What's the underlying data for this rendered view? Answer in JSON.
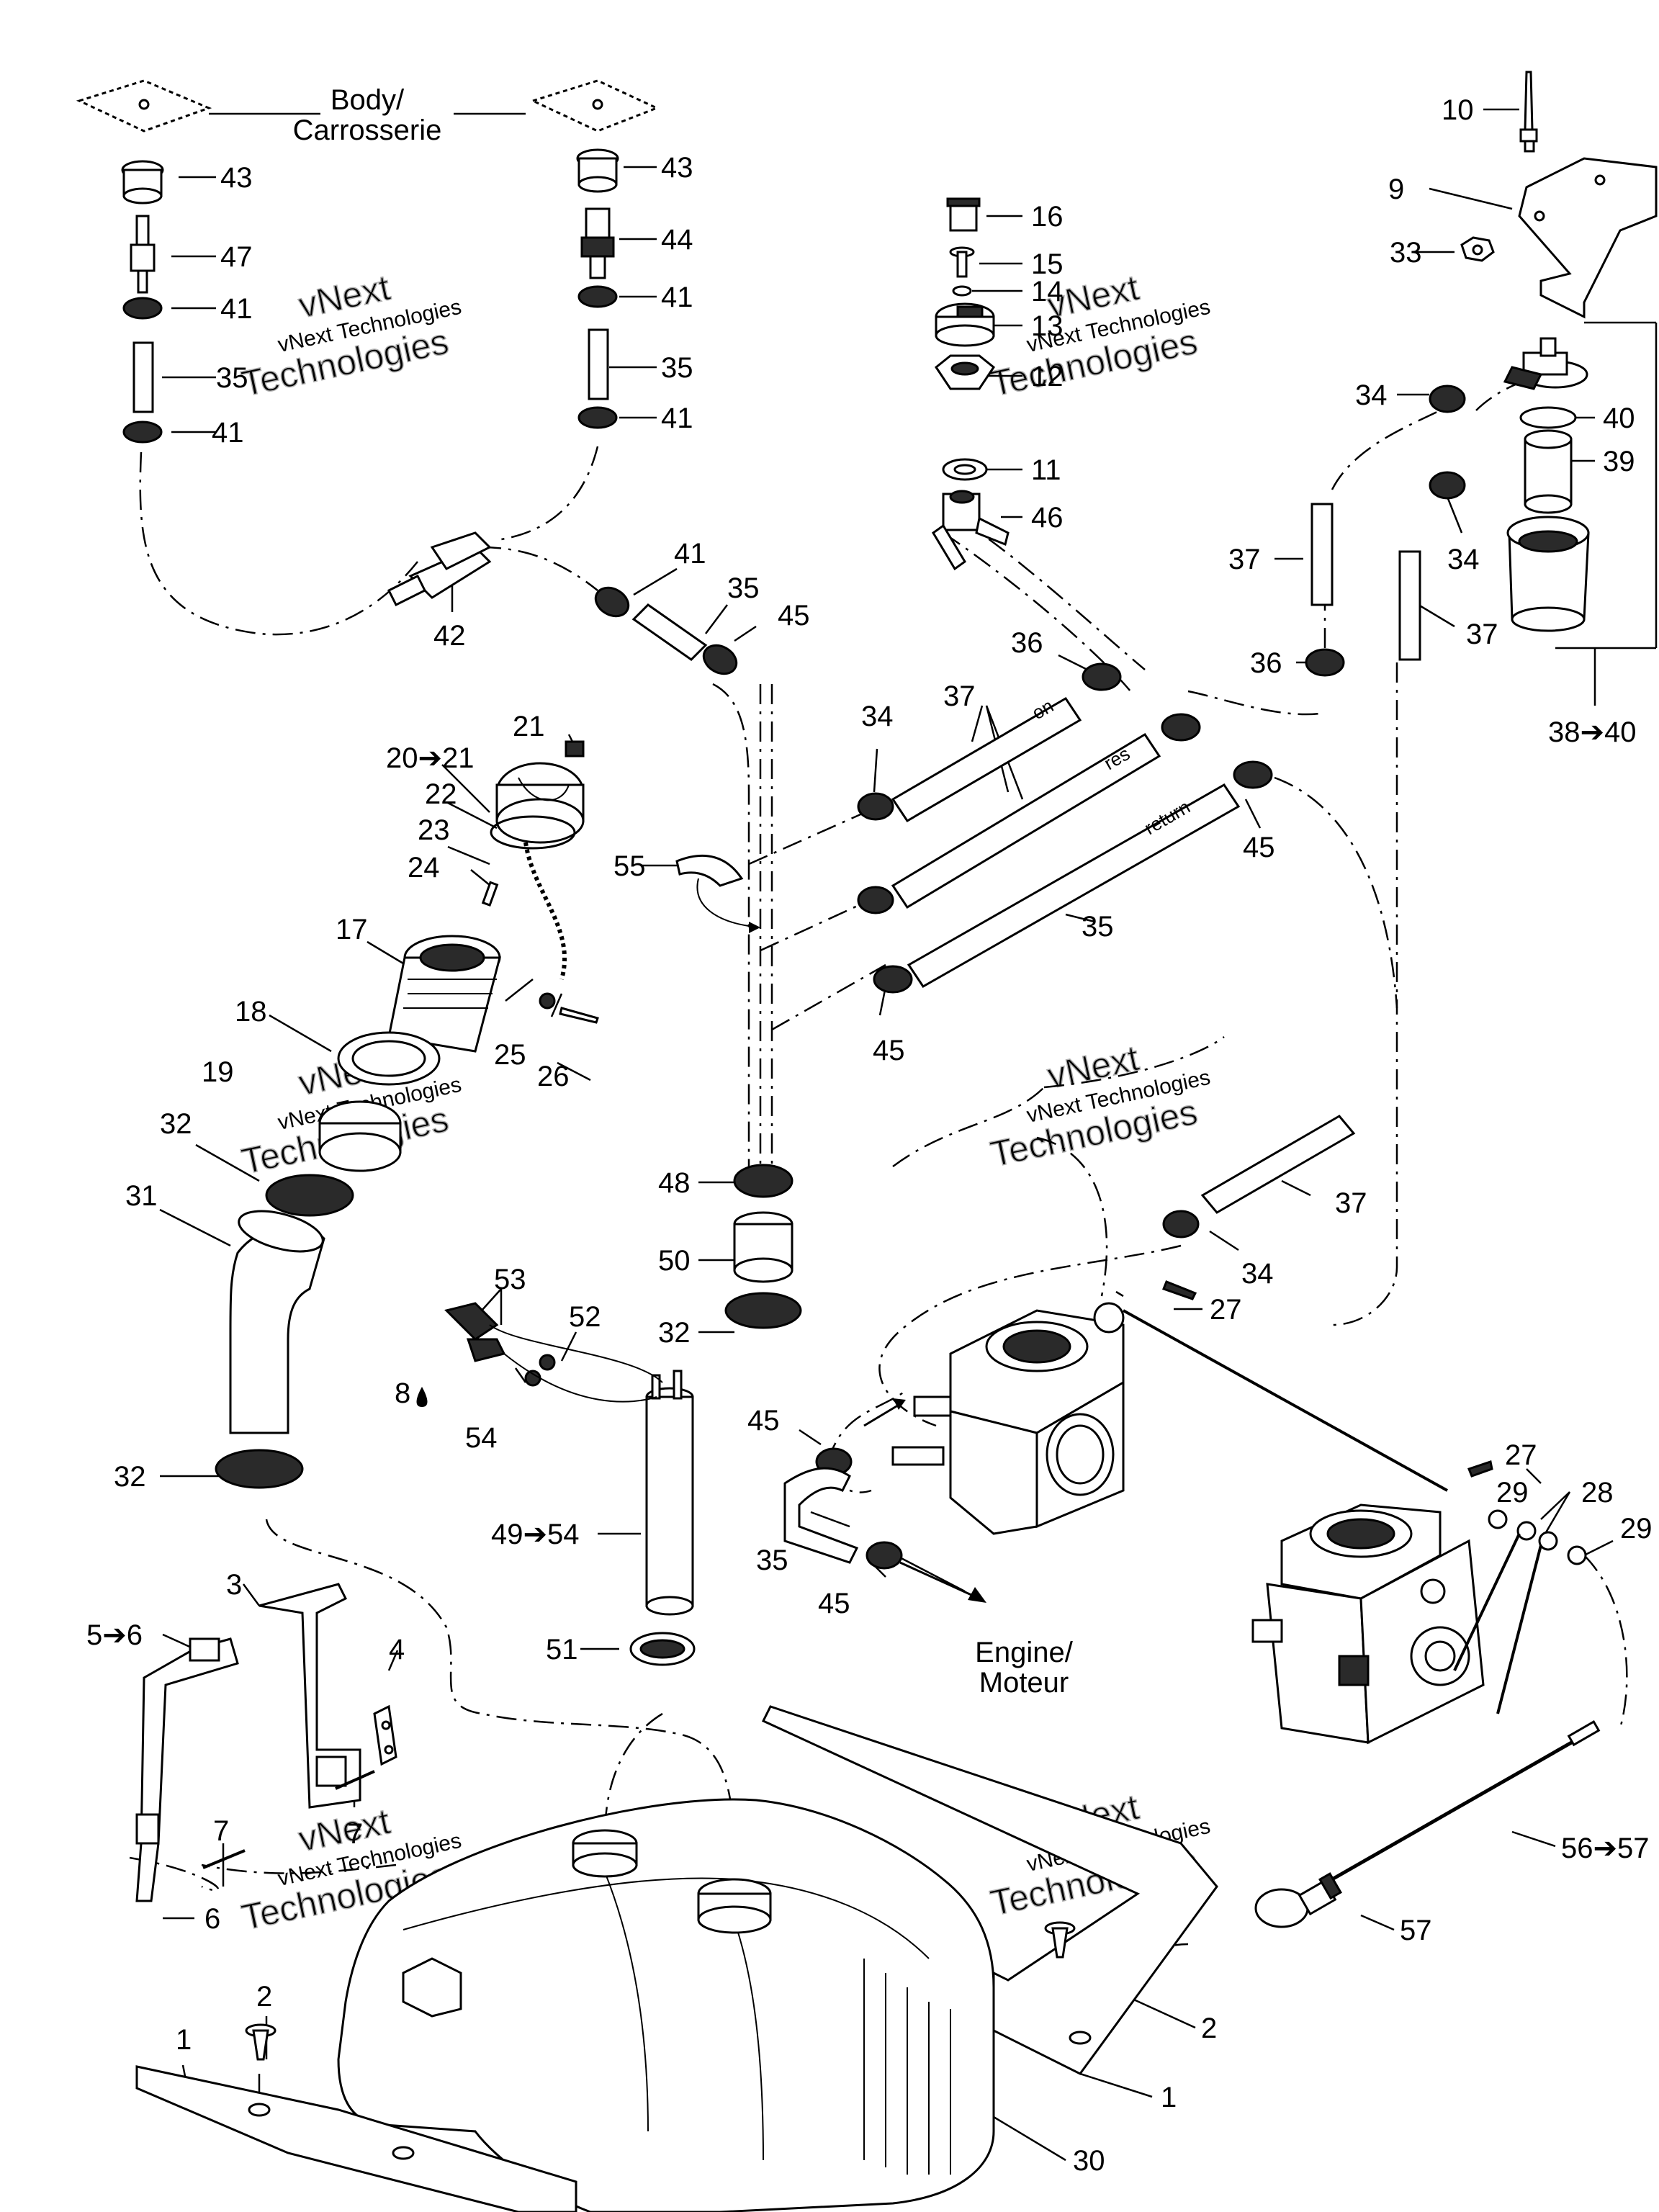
{
  "captions": {
    "body_line1": "Body/",
    "body_line2": "Carrosserie",
    "engine_line1": "Engine/",
    "engine_line2": "Moteur",
    "hose_on": "on",
    "hose_res": "res",
    "hose_return": "return"
  },
  "watermark": {
    "line1": "vNext",
    "line2": "vNext Technologies",
    "line3": "Technologies"
  },
  "callouts": [
    {
      "id": "c10",
      "text": "10"
    },
    {
      "id": "c9",
      "text": "9"
    },
    {
      "id": "c33",
      "text": "33"
    },
    {
      "id": "c43a",
      "text": "43"
    },
    {
      "id": "c47",
      "text": "47"
    },
    {
      "id": "c41a",
      "text": "41"
    },
    {
      "id": "c35a",
      "text": "35"
    },
    {
      "id": "c41b",
      "text": "41"
    },
    {
      "id": "c43b",
      "text": "43"
    },
    {
      "id": "c44",
      "text": "44"
    },
    {
      "id": "c41c",
      "text": "41"
    },
    {
      "id": "c35b",
      "text": "35"
    },
    {
      "id": "c41d",
      "text": "41"
    },
    {
      "id": "c16",
      "text": "16"
    },
    {
      "id": "c15",
      "text": "15"
    },
    {
      "id": "c14",
      "text": "14"
    },
    {
      "id": "c13",
      "text": "13"
    },
    {
      "id": "c12",
      "text": "12"
    },
    {
      "id": "c11",
      "text": "11"
    },
    {
      "id": "c46",
      "text": "46"
    },
    {
      "id": "c34a",
      "text": "34"
    },
    {
      "id": "c40",
      "text": "40"
    },
    {
      "id": "c39",
      "text": "39"
    },
    {
      "id": "c37a",
      "text": "37"
    },
    {
      "id": "c34b",
      "text": "34"
    },
    {
      "id": "c36a",
      "text": "36"
    },
    {
      "id": "c37b",
      "text": "37"
    },
    {
      "id": "c3840",
      "text": "38➔40"
    },
    {
      "id": "c42",
      "text": "42"
    },
    {
      "id": "c41e",
      "text": "41"
    },
    {
      "id": "c35c",
      "text": "35"
    },
    {
      "id": "c45a",
      "text": "45"
    },
    {
      "id": "c36b",
      "text": "36"
    },
    {
      "id": "c37c",
      "text": "37"
    },
    {
      "id": "c34c",
      "text": "34"
    },
    {
      "id": "c45b",
      "text": "45"
    },
    {
      "id": "c35d",
      "text": "35"
    },
    {
      "id": "c45c",
      "text": "45"
    },
    {
      "id": "c21",
      "text": "21"
    },
    {
      "id": "c2021",
      "text": "20➔21"
    },
    {
      "id": "c22",
      "text": "22"
    },
    {
      "id": "c23",
      "text": "23"
    },
    {
      "id": "c24",
      "text": "24"
    },
    {
      "id": "c55",
      "text": "55"
    },
    {
      "id": "c17",
      "text": "17"
    },
    {
      "id": "c18",
      "text": "18"
    },
    {
      "id": "c25",
      "text": "25"
    },
    {
      "id": "c26",
      "text": "26"
    },
    {
      "id": "c19",
      "text": "19"
    },
    {
      "id": "c32a",
      "text": "32"
    },
    {
      "id": "c31",
      "text": "31"
    },
    {
      "id": "c48",
      "text": "48"
    },
    {
      "id": "c37d",
      "text": "37"
    },
    {
      "id": "c50",
      "text": "50"
    },
    {
      "id": "c34d",
      "text": "34"
    },
    {
      "id": "c53",
      "text": "53"
    },
    {
      "id": "c52",
      "text": "52"
    },
    {
      "id": "c32b",
      "text": "32"
    },
    {
      "id": "c27a",
      "text": "27"
    },
    {
      "id": "c8",
      "text": "8"
    },
    {
      "id": "c54",
      "text": "54"
    },
    {
      "id": "c45d",
      "text": "45"
    },
    {
      "id": "c27b",
      "text": "27"
    },
    {
      "id": "c29a",
      "text": "29"
    },
    {
      "id": "c28",
      "text": "28"
    },
    {
      "id": "c29b",
      "text": "29"
    },
    {
      "id": "c32c",
      "text": "32"
    },
    {
      "id": "c4954",
      "text": "49➔54"
    },
    {
      "id": "c35e",
      "text": "35"
    },
    {
      "id": "c45e",
      "text": "45"
    },
    {
      "id": "c3",
      "text": "3"
    },
    {
      "id": "c56",
      "text": "5➔6"
    },
    {
      "id": "c4",
      "text": "4"
    },
    {
      "id": "c51",
      "text": "51"
    },
    {
      "id": "c7a",
      "text": "7"
    },
    {
      "id": "c7b",
      "text": "7"
    },
    {
      "id": "c6",
      "text": "6"
    },
    {
      "id": "c5657",
      "text": "56➔57"
    },
    {
      "id": "c57",
      "text": "57"
    },
    {
      "id": "c2a",
      "text": "2"
    },
    {
      "id": "c1a",
      "text": "1"
    },
    {
      "id": "c2b",
      "text": "2"
    },
    {
      "id": "c1b",
      "text": "1"
    },
    {
      "id": "c30",
      "text": "30"
    }
  ]
}
